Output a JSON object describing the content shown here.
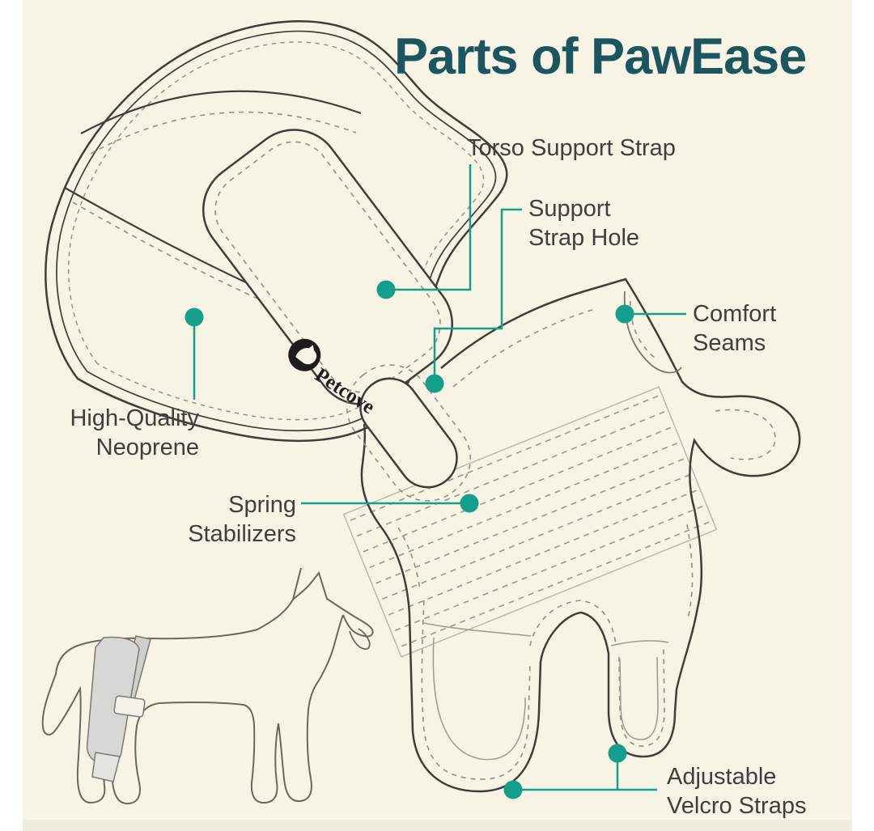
{
  "title": "Parts of PawEase",
  "brand": "Petcove",
  "labels": {
    "torso_support_strap": "Torso Support Strap",
    "support_strap_hole_line1": "Support",
    "support_strap_hole_line2": "Strap Hole",
    "comfort_seams_line1": "Comfort",
    "comfort_seams_line2": "Seams",
    "neoprene_line1": "High-Quality",
    "neoprene_line2": "Neoprene",
    "spring_line1": "Spring",
    "spring_line2": "Stabilizers",
    "velcro_line1": "Adjustable",
    "velcro_line2": "Velcro Straps"
  },
  "icons": {
    "petcove_logo": "petcove-logo-icon"
  },
  "colors": {
    "page_background": "#ffffff",
    "panel_background": "#f7f4e6",
    "title_teal": "#1a5560",
    "label_text": "#3f3f3c",
    "accent_teal": "#149e8c",
    "outline_dark": "#3e3e3a",
    "seam_gray": "#8f8f85",
    "liner_gray": "#9e9e94",
    "hatch_gray": "#97978d",
    "brace_fill": "#d7d7d3",
    "logo_ink": "#1d1d1b"
  }
}
